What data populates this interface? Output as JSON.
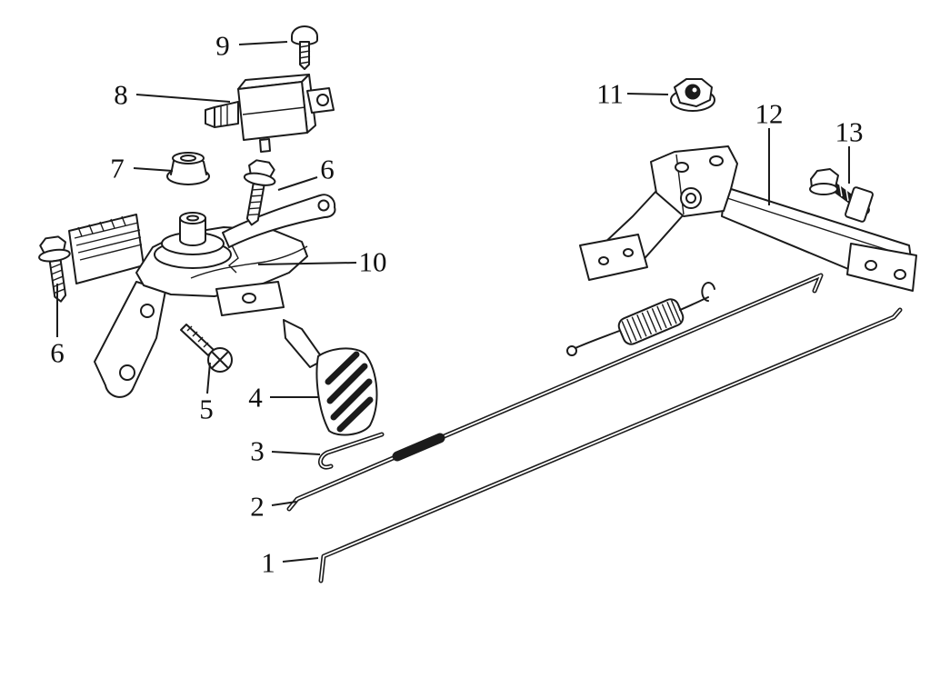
{
  "diagram": {
    "type": "exploded-parts-diagram",
    "background_color": "#ffffff",
    "line_color": "#1b1b1b",
    "callouts": [
      {
        "label": "9"
      },
      {
        "label": "8"
      },
      {
        "label": "7"
      },
      {
        "label": "6"
      },
      {
        "label": "11"
      },
      {
        "label": "12"
      },
      {
        "label": "13"
      },
      {
        "label": "10"
      },
      {
        "label": "6"
      },
      {
        "label": "5"
      },
      {
        "label": "4"
      },
      {
        "label": "3"
      },
      {
        "label": "2"
      },
      {
        "label": "1"
      }
    ]
  }
}
